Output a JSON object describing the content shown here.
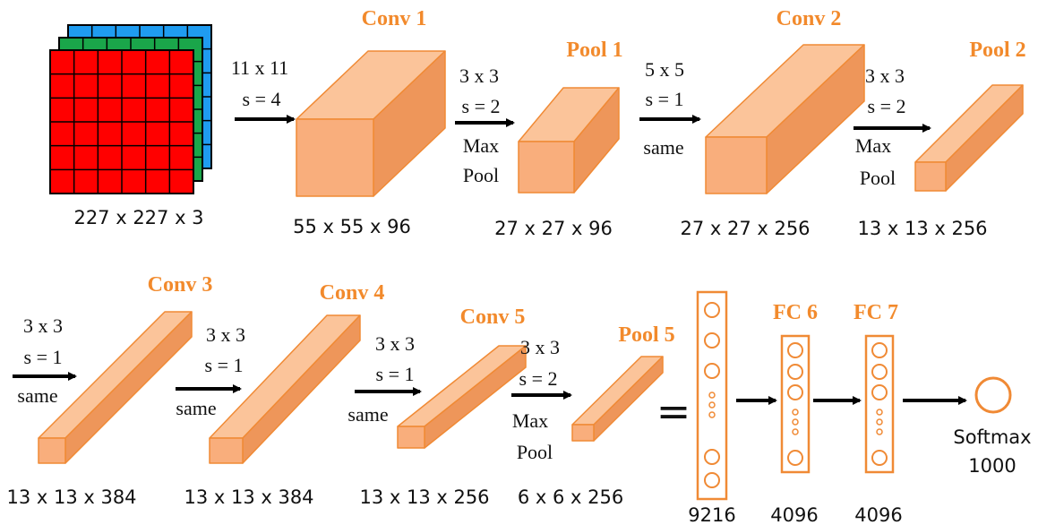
{
  "colors": {
    "box_front": "#f9ae7c",
    "box_top": "#fbc49a",
    "box_side": "#ee965a",
    "box_stroke": "#f08a35",
    "title": "#f28a2c",
    "fc_stroke": "#f08a35",
    "arrow": "#000000",
    "input_red": "#ff0000",
    "input_green": "#1aa64a",
    "input_blue": "#1f9cf0"
  },
  "input": {
    "dim": "227 x 227 x 3"
  },
  "layers": [
    {
      "id": "conv1",
      "title": "Conv 1",
      "dim": "55 x 55 x 96"
    },
    {
      "id": "pool1",
      "title": "Pool 1",
      "dim": "27 x 27 x 96"
    },
    {
      "id": "conv2",
      "title": "Conv 2",
      "dim": "27 x 27 x 256"
    },
    {
      "id": "pool2",
      "title": "Pool 2",
      "dim": "13 x 13 x 256"
    },
    {
      "id": "conv3",
      "title": "Conv 3",
      "dim": "13 x 13 x 384"
    },
    {
      "id": "conv4",
      "title": "Conv 4",
      "dim": "13 x 13 x 384"
    },
    {
      "id": "conv5",
      "title": "Conv 5",
      "dim": "13 x 13 x 256"
    },
    {
      "id": "pool5",
      "title": "Pool 5",
      "dim": "6 x 6 x 256"
    }
  ],
  "ops": [
    {
      "id": "op1",
      "kernel": "11 x 11",
      "stride": "s = 4",
      "extra": []
    },
    {
      "id": "op2",
      "kernel": "3 x 3",
      "stride": "s = 2",
      "extra": [
        "Max",
        "Pool"
      ]
    },
    {
      "id": "op3",
      "kernel": "5 x 5",
      "stride": "s = 1",
      "extra": [
        "same"
      ]
    },
    {
      "id": "op4",
      "kernel": "3 x 3",
      "stride": "s = 2",
      "extra": [
        "Max",
        "Pool"
      ]
    },
    {
      "id": "op5",
      "kernel": "3 x 3",
      "stride": "s = 1",
      "extra": [
        "same"
      ]
    },
    {
      "id": "op6",
      "kernel": "3 x 3",
      "stride": "s = 1",
      "extra": [
        "same"
      ]
    },
    {
      "id": "op7",
      "kernel": "3 x 3",
      "stride": "s = 1",
      "extra": [
        "same"
      ]
    },
    {
      "id": "op8",
      "kernel": "3 x 3",
      "stride": "s = 2",
      "extra": [
        "Max",
        "Pool"
      ]
    }
  ],
  "equals": "=",
  "fc": [
    {
      "id": "flat",
      "title": "",
      "dim": "9216"
    },
    {
      "id": "fc6",
      "title": "FC 6",
      "dim": "4096"
    },
    {
      "id": "fc7",
      "title": "FC 7",
      "dim": "4096"
    }
  ],
  "softmax": {
    "label": "Softmax",
    "value": "1000"
  }
}
